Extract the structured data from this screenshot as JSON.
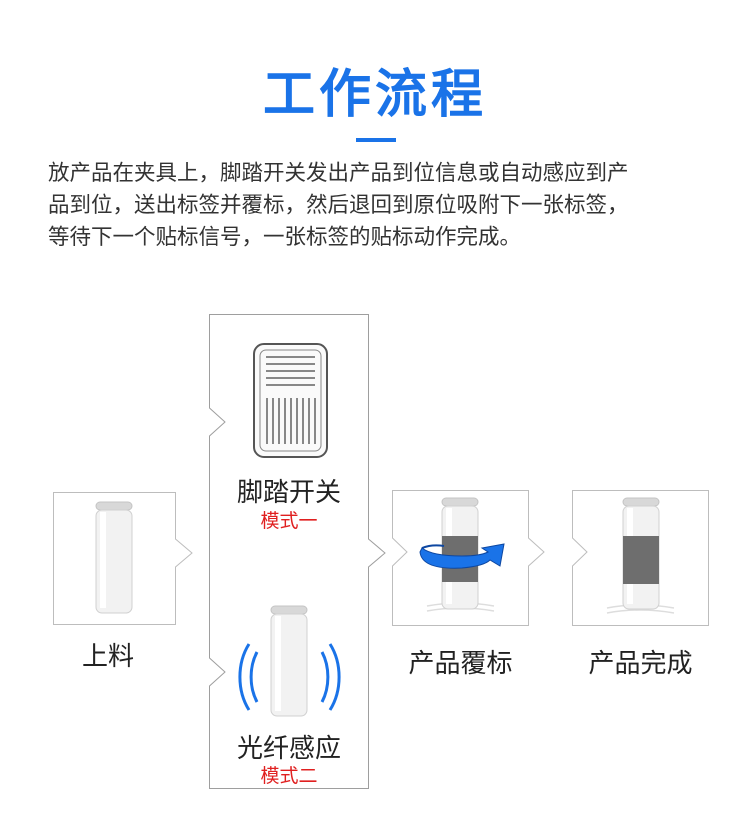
{
  "title": "工作流程",
  "description": [
    "放产品在夹具上，脚踏开关发出产品到位信息或自动感应到产",
    "品到位，送出标签并覆标，然后退回到原位吸附下一张标签，",
    "等待下一个贴标信号，一张标签的贴标动作完成。"
  ],
  "steps": {
    "loading": {
      "label": "上料"
    },
    "foot_switch": {
      "label": "脚踏开关",
      "mode": "模式一"
    },
    "fiber_sensor": {
      "label": "光纤感应",
      "mode": "模式二"
    },
    "labeling": {
      "label": "产品覆标"
    },
    "complete": {
      "label": "产品完成"
    }
  },
  "colors": {
    "accent": "#1a73e8",
    "mode_text": "#e02020",
    "label_band": "#6e6e6e",
    "frame": "#bdbdbd"
  }
}
